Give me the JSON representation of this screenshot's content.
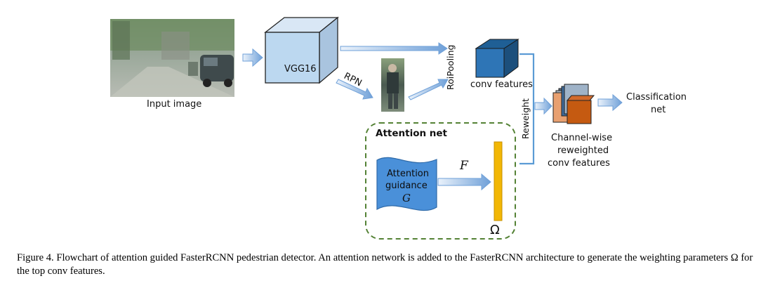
{
  "figure": {
    "input_label": "Input image",
    "vgg_label": "VGG16",
    "rpn_label": "RPN",
    "roipooling_label": "RoiPooling",
    "conv_features_label": "conv features",
    "reweight_label": "Reweight",
    "classification_label_line1": "Classification",
    "classification_label_line2": "net",
    "channelwise_line1": "Channel-wise",
    "channelwise_line2": "reweighted",
    "channelwise_line3": "conv features",
    "attention_net_label": "Attention net",
    "attention_guidance_line1": "Attention",
    "attention_guidance_line2": "guidance",
    "attention_guidance_symbol": "G",
    "f_symbol": "F",
    "omega_symbol": "Ω"
  },
  "caption": {
    "text": "Figure 4. Flowchart of attention guided FasterRCNN pedestrian detector. An attention network is added to the FasterRCNN architecture to generate the weighting parameters Ω for the top conv features."
  },
  "colors": {
    "vgg_front": "#bcd8f0",
    "conv_front": "#2e75b6",
    "reweighted_front": "#c55a11",
    "attention_border": "#548235",
    "omega_bar": "#f2b705",
    "guidance_fill": "#4a90d9",
    "arrow": "#6fa0d8"
  }
}
